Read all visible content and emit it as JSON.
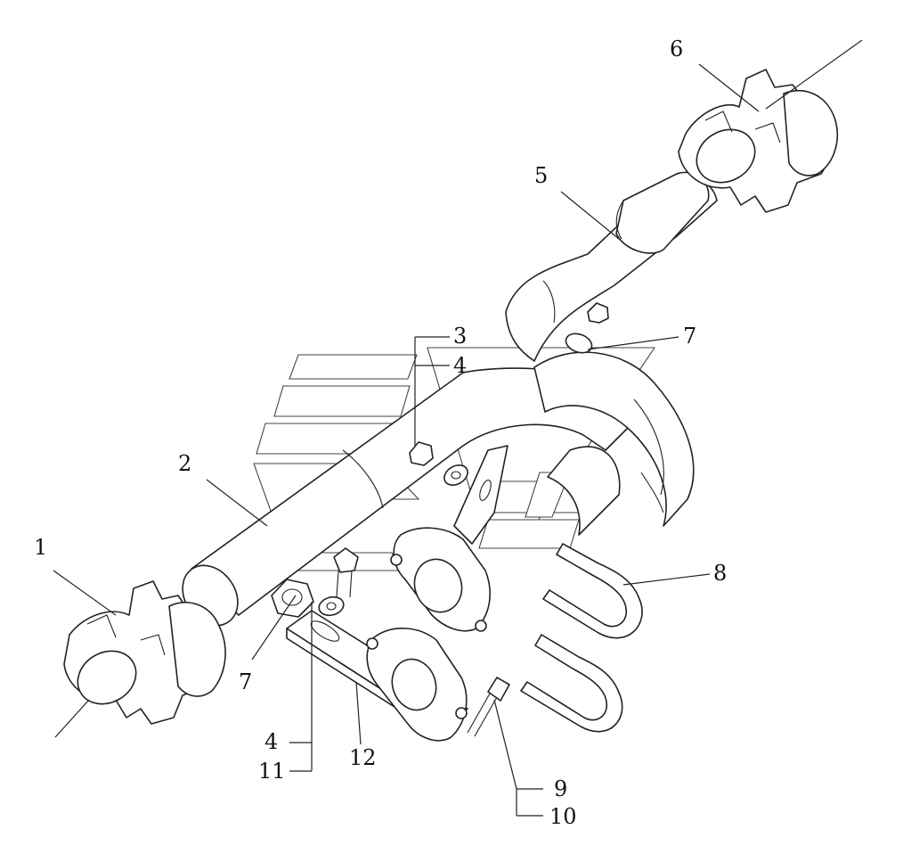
{
  "callouts": [
    {
      "id": "c1",
      "label": "1"
    },
    {
      "id": "c2",
      "label": "2"
    },
    {
      "id": "c3",
      "label": "3"
    },
    {
      "id": "c4a",
      "label": "4"
    },
    {
      "id": "c5",
      "label": "5"
    },
    {
      "id": "c6",
      "label": "6"
    },
    {
      "id": "c7a",
      "label": "7"
    },
    {
      "id": "c7b",
      "label": "7"
    },
    {
      "id": "c8",
      "label": "8"
    },
    {
      "id": "c9",
      "label": "9"
    },
    {
      "id": "c10",
      "label": "10"
    },
    {
      "id": "c4b",
      "label": "4"
    },
    {
      "id": "c11",
      "label": "11"
    },
    {
      "id": "c12",
      "label": "12"
    }
  ]
}
